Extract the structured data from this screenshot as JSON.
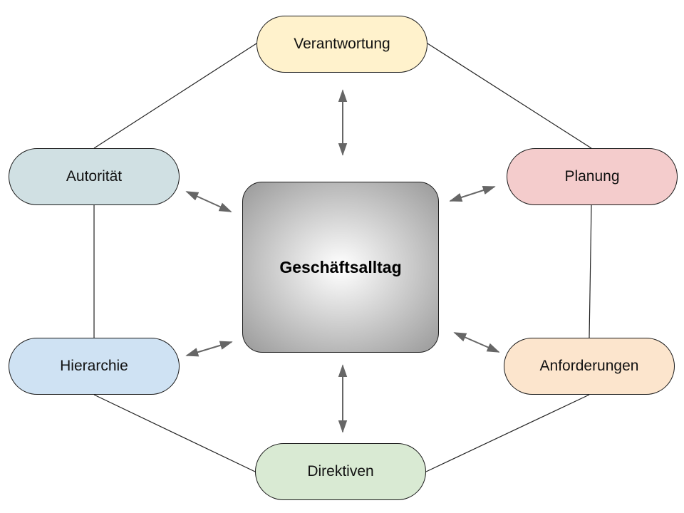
{
  "center": {
    "label": "Geschäftsalltag",
    "fill_inner": "#ffffff",
    "fill_outer": "#999999"
  },
  "nodes": {
    "verantwortung": {
      "label": "Verantwortung",
      "fill": "#fff2cc"
    },
    "planung": {
      "label": "Planung",
      "fill": "#f4cccc"
    },
    "anforderungen": {
      "label": "Anforderungen",
      "fill": "#fce5cd"
    },
    "direktiven": {
      "label": "Direktiven",
      "fill": "#d9ead3"
    },
    "hierarchie": {
      "label": "Hierarchie",
      "fill": "#cfe2f3"
    },
    "autoritaet": {
      "label": "Autorität",
      "fill": "#d0e0e3"
    }
  },
  "colors": {
    "outline": "#1a1a1a",
    "arrow": "#666666",
    "connector": "#222222"
  }
}
